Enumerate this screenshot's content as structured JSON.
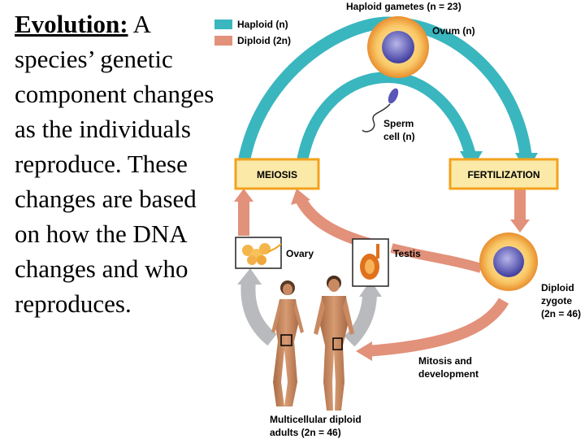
{
  "text": {
    "heading": "Evolution:",
    "body": " A species’ genetic component changes as the individuals reproduce. These changes are based on how the DNA changes and who reproduces."
  },
  "legend": {
    "haploid": {
      "label": "Haploid (n)",
      "color": "#3ab6bf"
    },
    "diploid": {
      "label": "Diploid (2n)",
      "color": "#e2917a"
    }
  },
  "diagram": {
    "title": "Haploid gametes (n = 23)",
    "ovum": "Ovum (n)",
    "sperm_line1": "Sperm",
    "sperm_line2": "cell (n)",
    "meiosis": "MEIOSIS",
    "fertilization": "FERTILIZATION",
    "ovary": "Ovary",
    "testis": "Testis",
    "zygote_line1": "Diploid",
    "zygote_line2": "zygote",
    "zygote_line3": "(2n = 46)",
    "mitosis_line1": "Mitosis and",
    "mitosis_line2": "development",
    "adults_line1": "Multicellular diploid",
    "adults_line2": "adults (2n = 46)"
  },
  "colors": {
    "box_border": "#f3a21c",
    "box_fill": "#fbe9a8",
    "grey_arrow": "#b8babd"
  }
}
